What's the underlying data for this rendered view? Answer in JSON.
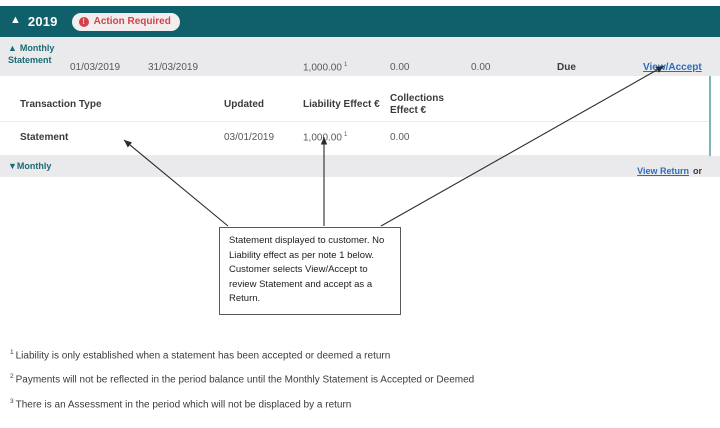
{
  "year_header": {
    "chevron_icon": "chevron-up-icon",
    "year": "2019",
    "badge": {
      "icon": "alert-circle-icon",
      "icon_glyph": "!",
      "label": "Action Required"
    },
    "bar_color": "#10606b",
    "badge_text_color": "#d0434b"
  },
  "summary_row": {
    "toggle_icon": "chevron-up-icon",
    "toggle_label": "Monthly Statement",
    "period_start": "01/03/2019",
    "period_end": "31/03/2019",
    "liability_effect": "1,000.00",
    "liability_footnote": "1",
    "collections_effect": "0.00",
    "balance": "0.00",
    "status": "Due",
    "action_link": "View/Accept",
    "link_color": "#2a6ebb"
  },
  "transactions_table": {
    "columns": [
      "Transaction Type",
      "Updated",
      "Liability Effect €",
      "Collections Effect €"
    ],
    "rows": [
      {
        "transaction_type": "Statement",
        "updated": "03/01/2019",
        "liability_effect": "1,000.00",
        "liability_footnote": "1",
        "collections_effect": "0.00"
      }
    ]
  },
  "monthly_row": {
    "toggle_icon": "chevron-down-icon",
    "label": "Monthly",
    "view_return_link": "View Return",
    "or_text": "or"
  },
  "callout": {
    "text": "Statement displayed to customer. No Liability effect as per note 1 below. Customer selects View/Accept to review Statement and accept as a Return."
  },
  "footnotes": [
    {
      "marker": "1",
      "text": "Liability is only established when a statement has been accepted or deemed a return"
    },
    {
      "marker": "2",
      "text": "Payments will not be reflected in the period balance until the Monthly Statement is Accepted or Deemed"
    },
    {
      "marker": "3",
      "text": "There is an Assessment in the period which will not be displaced by a return"
    }
  ]
}
